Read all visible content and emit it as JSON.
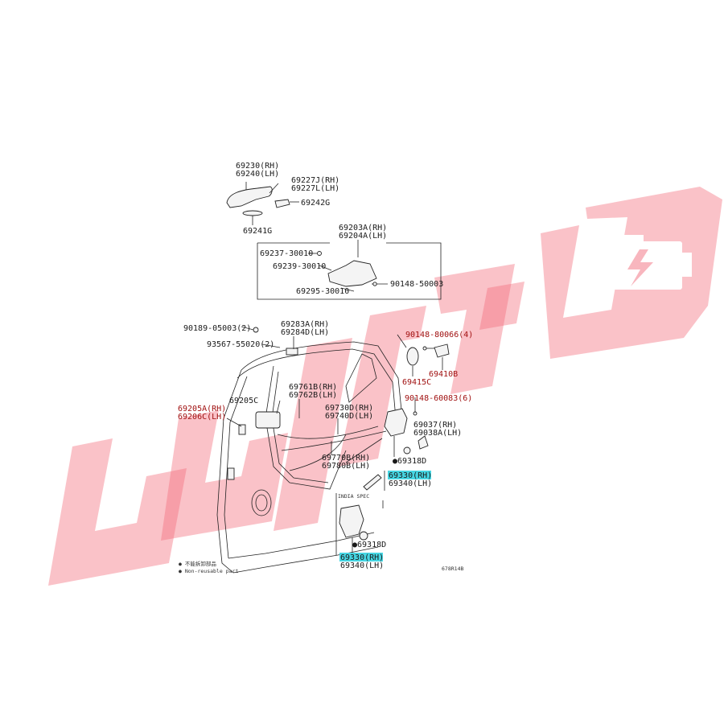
{
  "watermark": {
    "color": "#f26d7d"
  },
  "labels": {
    "l69230": "69230(RH)",
    "l69240": "69240(LH)",
    "l69227j": "69227J(RH)",
    "l69227l": "69227L(LH)",
    "l69242g": "69242G",
    "l69241g": "69241G",
    "l69203a": "69203A(RH)",
    "l69204a": "69204A(LH)",
    "l69237": "69237-30010",
    "l69239": "69239-30010",
    "l90148a": "90148-50003",
    "l69295": "69295-30010",
    "l90189": "90189-05003(2)",
    "l93567": "93567-55020(2)",
    "l69283a": "69283A(RH)",
    "l69284d": "69284D(LH)",
    "l90148b": "90148-80066(4)",
    "l69410b": "69410B",
    "l69415c": "69415C",
    "l90148c": "90148-60083(6)",
    "l69761b": "69761B(RH)",
    "l69762b": "69762B(LH)",
    "l69205c": "69205C",
    "l69205a": "69205A(RH)",
    "l69206c": "69206C(LH)",
    "l69730d": "69730D(RH)",
    "l69740d": "69740D(LH)",
    "l69037": "69037(RH)",
    "l69038a": "69038A(LH)",
    "l69770b": "69770B(RH)",
    "l69780b": "69780B(LH)",
    "l69318d1": "●69318D",
    "l69330a": "69330(RH)",
    "l69340a": "69340(LH)",
    "l_india": "INDIA SPEC",
    "l69318d2": "●69318D",
    "l69330b": "69330(RH)",
    "l69340b": "69340(LH)",
    "l_note1": "● 不能拆卸部品",
    "l_note2": "● Non-reusable part",
    "l_code": "678R14B"
  }
}
